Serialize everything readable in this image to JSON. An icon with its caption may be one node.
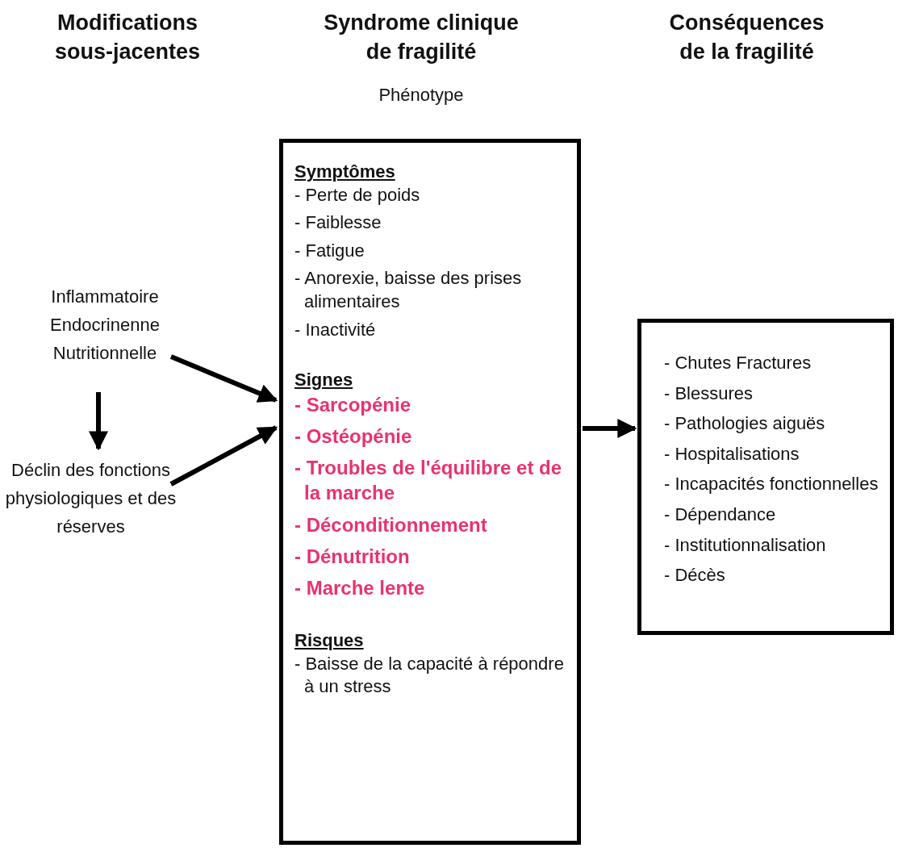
{
  "diagram": {
    "nodes": [
      {
        "text": [
          "Inflammatoire Endocrinenne Nutritionnelle"
        ]
      },
      {
        "text": [
          "Déclin des fonctions physiologiques et des réserves"
        ]
      },
      {
        "text": [
          "Symptômes",
          "- Perte de poids",
          "- Faiblesse",
          "- Fatigue",
          "- Anorexie, baisse des prises alimentaires",
          "- Inactivité",
          "Signes",
          "- Sarcopénie",
          "- Ostéopénie",
          "- Troubles de l'équilibre et de la marche",
          "- Déconditionnement",
          "- Dénutrition",
          "- Marche lente",
          "Risques",
          "- Baisse de la capacité à répondre à un stress"
        ]
      },
      {
        "text": [
          "- Chutes Fractures",
          "- Blessures",
          "- Pathologies aiguës",
          "- Hospitalisations",
          "- Incapacités fonctionnelles",
          "- Dépendance",
          "- Institutionnalisation",
          "- Décès"
        ]
      }
    ],
    "edges": [
      {
        "from": 0,
        "to": 2,
        "arrow": "to"
      },
      {
        "from": 1,
        "to": 2,
        "arrow": "to"
      },
      {
        "from": 0,
        "to": 1,
        "arrow": "to"
      },
      {
        "from": 2,
        "to": 3,
        "arrow": "to"
      }
    ],
    "labels": [
      "Modifications sous-jacentes",
      "Syndrome clinique de fragilité",
      "Phénotype",
      "Conséquences de la fragilité"
    ]
  }
}
